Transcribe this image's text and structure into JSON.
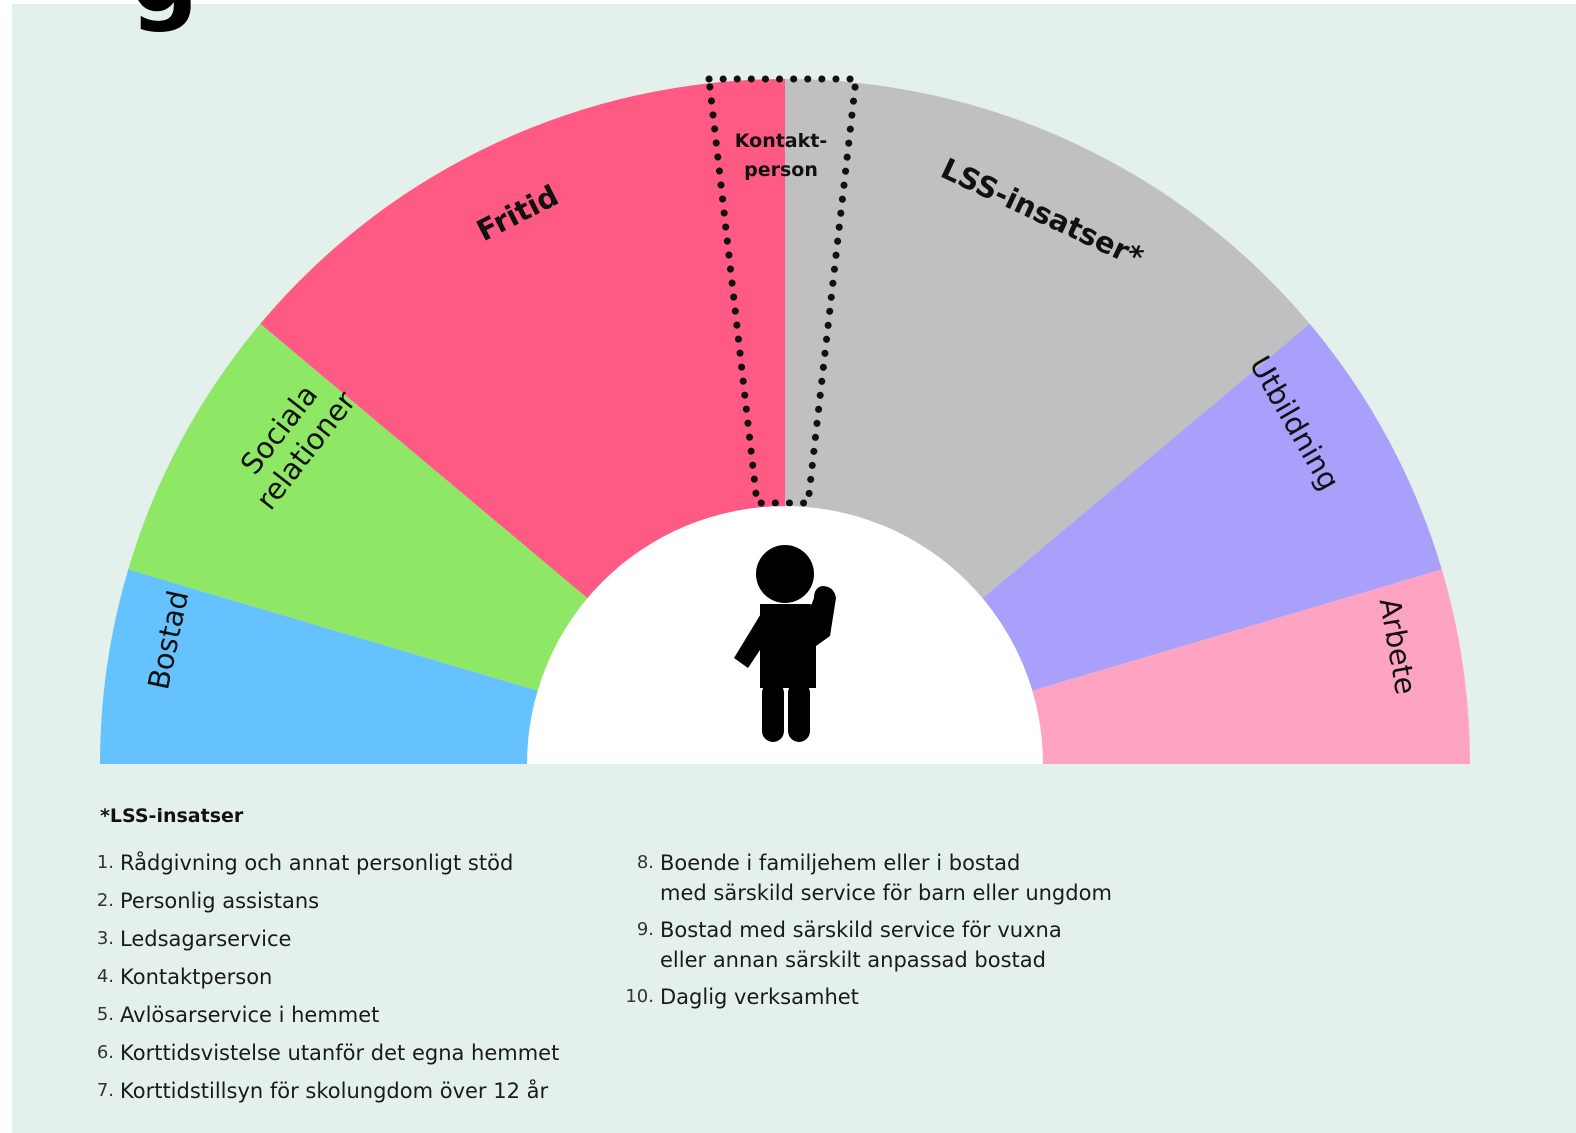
{
  "heading_partial": "g",
  "diagram": {
    "segments": [
      {
        "id": "bostad",
        "label": "Bostad",
        "color": "#66c2ff"
      },
      {
        "id": "sociala",
        "label_lines": [
          "Sociala",
          "relationer"
        ],
        "color": "#8ee866"
      },
      {
        "id": "fritid",
        "label": "Fritid",
        "color": "#ff5a83"
      },
      {
        "id": "lss",
        "label": "LSS-insatser*",
        "color": "#c0c0c0"
      },
      {
        "id": "utbildning",
        "label": "Utbildning",
        "color": "#a8a0fa"
      },
      {
        "id": "arbete",
        "label": "Arbete",
        "color": "#ffa3c2"
      }
    ],
    "kontaktperson_lines": [
      "Kontakt-",
      "person"
    ],
    "center_icon": "person-waving-icon"
  },
  "legend": {
    "title": "*LSS-insatser",
    "items_left": [
      {
        "num": "1.",
        "text": "Rådgivning och annat personligt stöd"
      },
      {
        "num": "2.",
        "text": "Personlig assistans"
      },
      {
        "num": "3.",
        "text": "Ledsagarservice"
      },
      {
        "num": "4.",
        "text": "Kontaktperson"
      },
      {
        "num": "5.",
        "text": "Avlösarservice i hemmet"
      },
      {
        "num": "6.",
        "text": "Korttidsvistelse utanför det egna hemmet"
      },
      {
        "num": "7.",
        "text": "Korttidstillsyn för skolungdom över 12 år"
      }
    ],
    "items_right": [
      {
        "num": "8.",
        "text": "Boende i familjehem eller i bostad\nmed särskild service för barn eller ungdom"
      },
      {
        "num": "9.",
        "text": "Bostad med särskild service för vuxna\neller annan särskilt anpassad bostad"
      },
      {
        "num": "10.",
        "text": "Daglig verksamhet"
      }
    ]
  }
}
